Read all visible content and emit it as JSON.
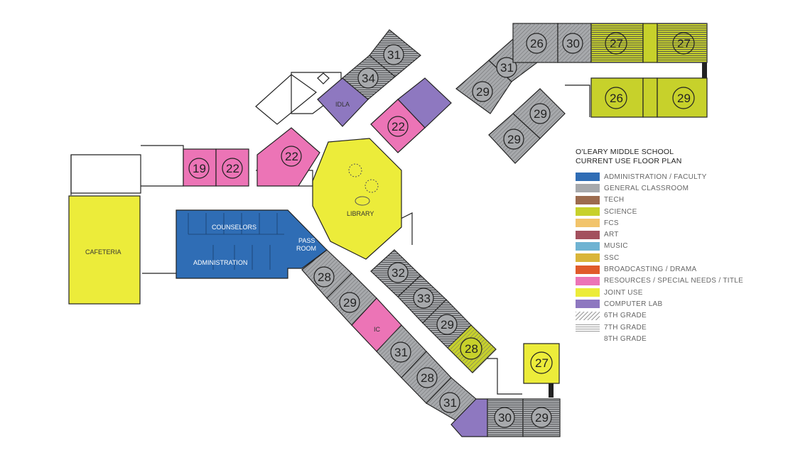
{
  "legend": {
    "title_line1": "O'LEARY MIDDLE SCHOOL",
    "title_line2": "CURRENT USE FLOOR PLAN",
    "items": [
      {
        "label": "ADMINISTRATION / FACULTY",
        "color": "#2F6DB5"
      },
      {
        "label": "GENERAL CLASSROOM",
        "color": "#A7A9AC"
      },
      {
        "label": "TECH",
        "color": "#9C6B4E"
      },
      {
        "label": "SCIENCE",
        "color": "#C7D12B"
      },
      {
        "label": "FCS",
        "color": "#F2C46B"
      },
      {
        "label": "ART",
        "color": "#A3505E"
      },
      {
        "label": "MUSIC",
        "color": "#6FB3D2"
      },
      {
        "label": "SSC",
        "color": "#D9B53A"
      },
      {
        "label": "BROADCASTING / DRAMA",
        "color": "#E05A2A"
      },
      {
        "label": "RESOURCES / SPECIAL NEEDS / TITLE",
        "color": "#EC74B6"
      },
      {
        "label": "JOINT USE",
        "color": "#ECEC3A"
      },
      {
        "label": "COMPUTER LAB",
        "color": "#8E78C0"
      },
      {
        "label": "6TH GRADE",
        "pattern": "hatch-diagonal"
      },
      {
        "label": "7TH GRADE",
        "pattern": "hatch-horizontal"
      },
      {
        "label": "8TH GRADE",
        "pattern": "none"
      }
    ]
  },
  "areas": {
    "cafeteria": "CAFETERIA",
    "library": "LIBRARY",
    "counselors": "COUNSELORS",
    "administration": "ADMINISTRATION",
    "pass_room_1": "PASS",
    "pass_room_2": "ROOM",
    "idla": "IDLA",
    "ic": "IC"
  },
  "rooms": {
    "r31_top": "31",
    "r34": "34",
    "r22_mid": "22",
    "r22_left": "22",
    "r19": "19",
    "r26_top": "26",
    "r30_top": "30",
    "r27_top_a": "27",
    "r27_top_b": "27",
    "r31_ne": "31",
    "r29_ne": "29",
    "r26_sci": "26",
    "r29_sci": "29",
    "r29_ne2": "29",
    "r29_ne3": "29",
    "r28_a": "28",
    "r29_a": "29",
    "r31_a": "31",
    "r28_b": "28",
    "r31_b": "31",
    "r32": "32",
    "r33": "33",
    "r29_b": "29",
    "r28_sci": "28",
    "r27_sci": "27",
    "r30_bot": "30",
    "r29_bot": "29"
  }
}
